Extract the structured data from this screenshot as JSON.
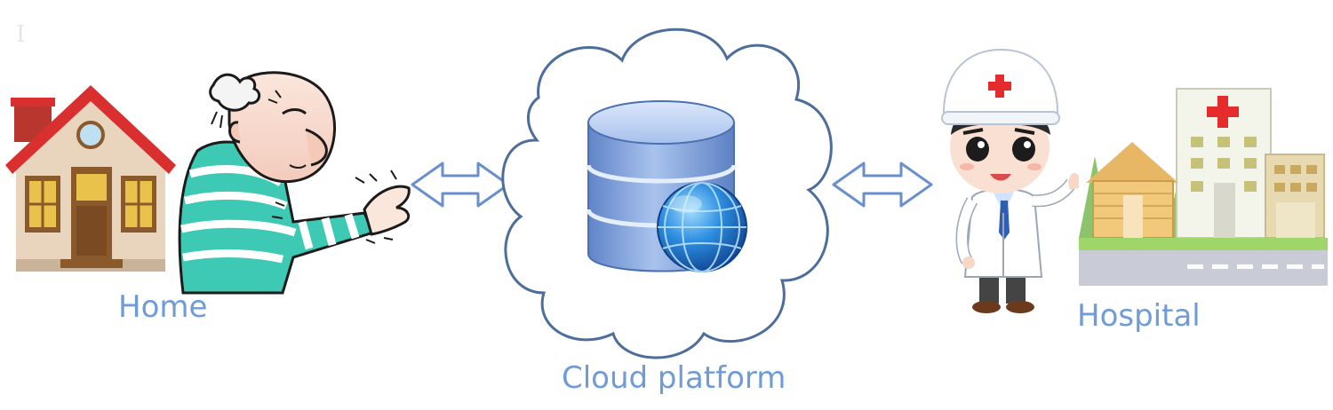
{
  "labels": {
    "home": "Home",
    "cloud": "Cloud platform",
    "hospital": "Hospital",
    "corner_mark": "I"
  },
  "icons": {
    "home": "house-icon",
    "patient": "elderly-patient-icon",
    "database": "database-icon",
    "globe": "globe-icon",
    "cloud": "cloud-icon",
    "doctor": "doctor-icon",
    "hospital": "hospital-building-icon",
    "arrow_left": "double-arrow-icon",
    "arrow_right": "double-arrow-icon"
  },
  "colors": {
    "label_text": "#6f9bd6",
    "arrow_stroke": "#6a8fcf",
    "cloud_stroke": "#4d6e9a",
    "house_roof": "#d9302f",
    "medical_cross": "#e52b2b",
    "database_fill": "#7fa2dc",
    "globe_fill": "#1e7dd0"
  }
}
